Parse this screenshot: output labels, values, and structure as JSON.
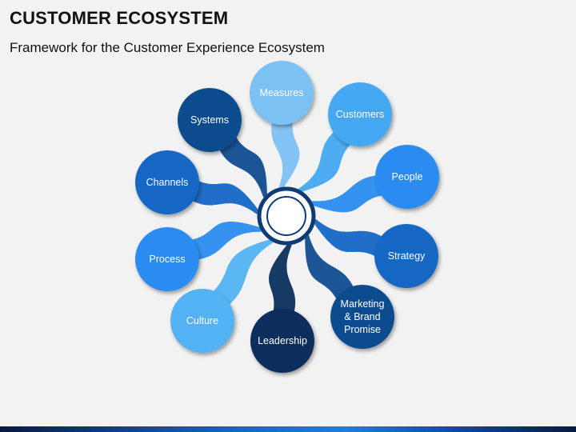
{
  "header": {
    "title": "CUSTOMER ECOSYSTEM",
    "subtitle": "Framework for the Customer Experience Ecosystem"
  },
  "diagram": {
    "center_color": "#0d3b73",
    "nodes": [
      {
        "id": "measures",
        "lines": [
          "Measures"
        ],
        "color": "#7cc1f4"
      },
      {
        "id": "customers",
        "lines": [
          "Customers"
        ],
        "color": "#45a8f2"
      },
      {
        "id": "people",
        "lines": [
          "People"
        ],
        "color": "#2b8cf0"
      },
      {
        "id": "strategy",
        "lines": [
          "Strategy"
        ],
        "color": "#1466c4"
      },
      {
        "id": "marketing-brand-promise",
        "lines": [
          "Marketing",
          "& Brand",
          "Promise"
        ],
        "color": "#0f4c8f"
      },
      {
        "id": "leadership",
        "lines": [
          "Leadership"
        ],
        "color": "#0a2f5c"
      },
      {
        "id": "culture",
        "lines": [
          "Culture"
        ],
        "color": "#52b2f3"
      },
      {
        "id": "process",
        "lines": [
          "Process"
        ],
        "color": "#2b8cf0"
      },
      {
        "id": "channels",
        "lines": [
          "Channels"
        ],
        "color": "#1466c4"
      },
      {
        "id": "systems",
        "lines": [
          "Systems"
        ],
        "color": "#0f4c8f"
      }
    ]
  }
}
